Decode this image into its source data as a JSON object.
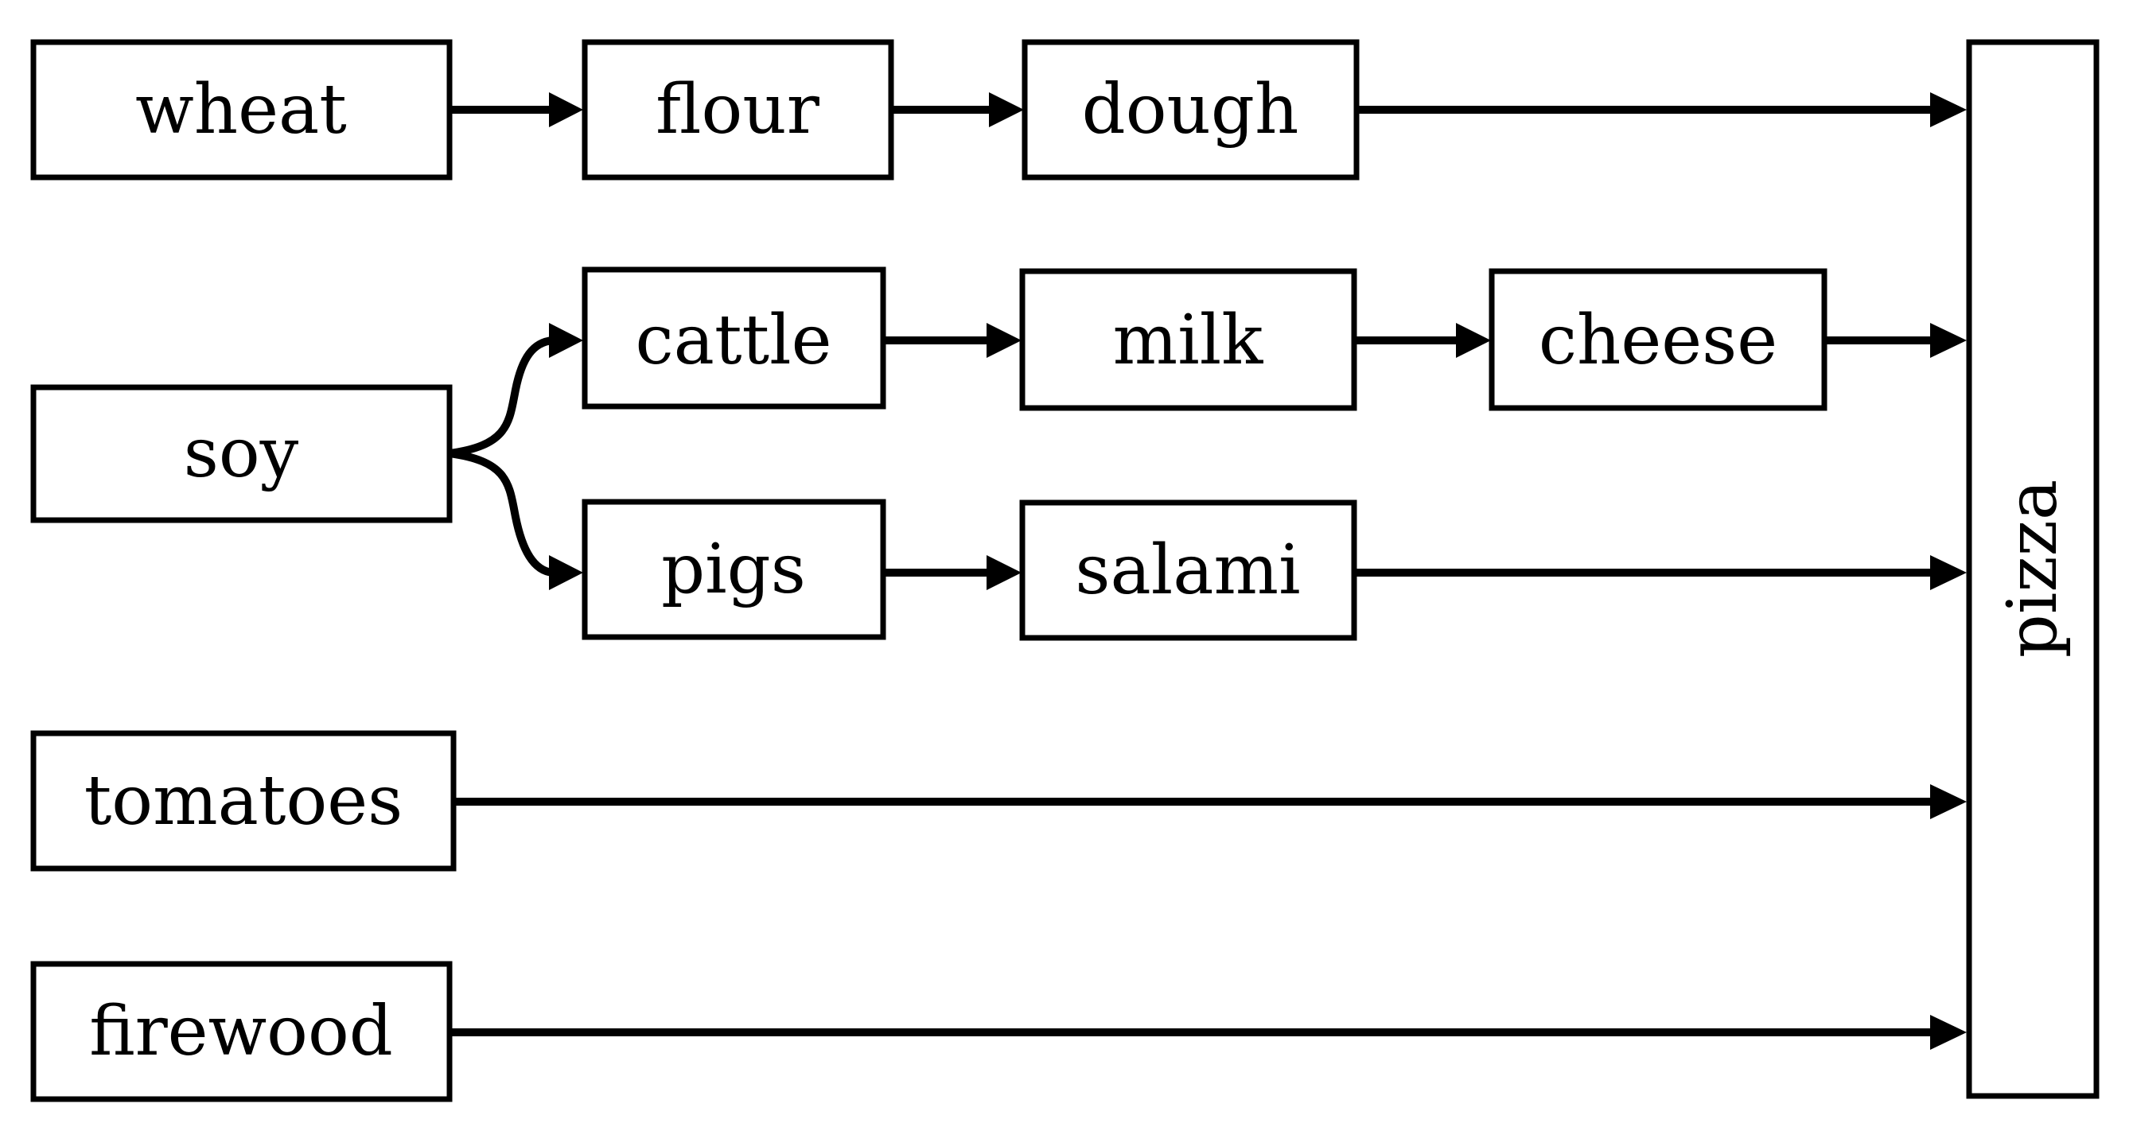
{
  "diagram": {
    "nodes": {
      "wheat": "wheat",
      "flour": "flour",
      "dough": "dough",
      "soy": "soy",
      "cattle": "cattle",
      "milk": "milk",
      "cheese": "cheese",
      "pigs": "pigs",
      "salami": "salami",
      "tomatoes": "tomatoes",
      "firewood": "firewood",
      "pizza": "pizza"
    },
    "edges": [
      [
        "wheat",
        "flour"
      ],
      [
        "flour",
        "dough"
      ],
      [
        "dough",
        "pizza"
      ],
      [
        "soy",
        "cattle"
      ],
      [
        "soy",
        "pigs"
      ],
      [
        "cattle",
        "milk"
      ],
      [
        "milk",
        "cheese"
      ],
      [
        "cheese",
        "pizza"
      ],
      [
        "pigs",
        "salami"
      ],
      [
        "salami",
        "pizza"
      ],
      [
        "tomatoes",
        "pizza"
      ],
      [
        "firewood",
        "pizza"
      ]
    ]
  }
}
